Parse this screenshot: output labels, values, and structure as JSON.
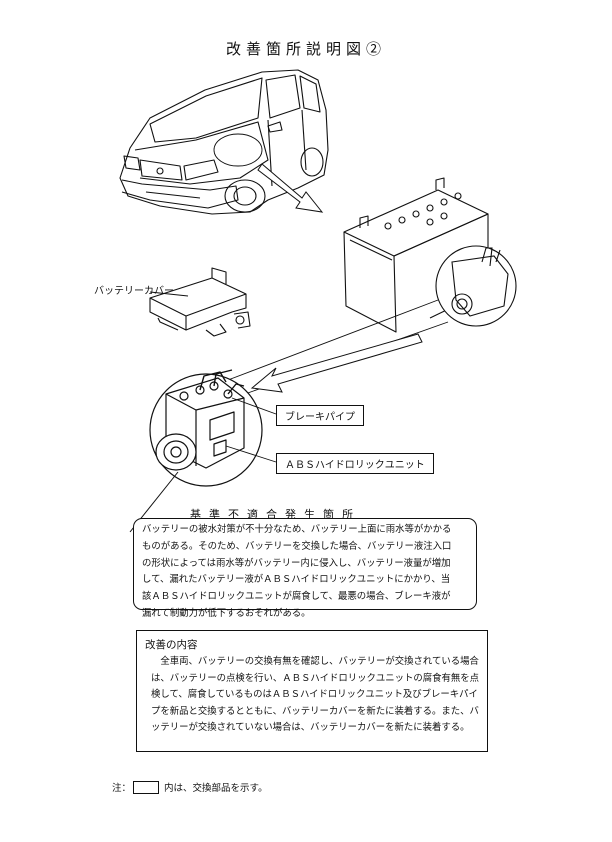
{
  "title": "改善箇所説明図②",
  "labels": {
    "battery_cover": "バッテリーカバー",
    "brake_pipe": "ブレーキパイプ",
    "abs_unit": "ＡＢＳハイドロリックユニット"
  },
  "issue": {
    "heading": "基準不適合発生箇所",
    "lines": [
      "バッテリーの被水対策が不十分なため、バッテリー上面に雨水等がかかる",
      "ものがある。そのため、バッテリーを交換した場合、バッテリー液注入口",
      "の形状によっては雨水等がバッテリー内に侵入し、バッテリー液量が増加",
      "して、漏れたバッテリー液がＡＢＳハイドロリックユニットにかかり、当",
      "該ＡＢＳハイドロリックユニットが腐食して、最悪の場合、ブレーキ液が",
      "漏れて制動力が低下するおそれがある。"
    ]
  },
  "fix": {
    "heading": "改善の内容",
    "body": "全車両、バッテリーの交換有無を確認し、バッテリーが交換されている場合は、バッテリーの点検を行い、ＡＢＳハイドロリックユニットの腐食有無を点検して、腐食しているものはＡＢＳハイドロリックユニット及びブレーキパイプを新品と交換するとともに、バッテリーカバーを新たに装着する。また、バッテリーが交換されていない場合は、バッテリーカバーを新たに装着する。"
  },
  "note": {
    "prefix": "注：",
    "suffix": "内は、交換部品を示す。"
  },
  "colors": {
    "ink": "#111111",
    "paper": "#ffffff"
  }
}
